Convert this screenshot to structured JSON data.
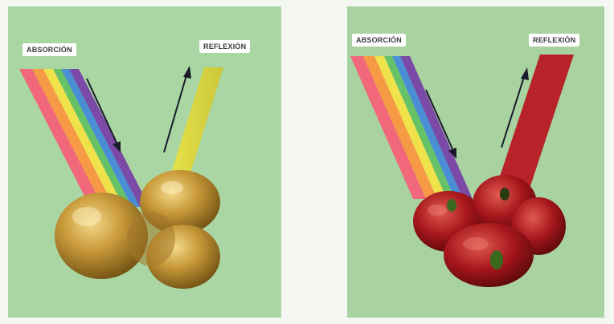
{
  "left_panel": {
    "absorption_label": "ABSORCIÓN",
    "reflection_label": "REFLEXIÓN",
    "object": "yellow-apples",
    "reflected_color": "#e6e24a"
  },
  "right_panel": {
    "absorption_label": "ABSORCIÓN",
    "reflection_label": "REFLEXIÓN",
    "object": "red-peppers",
    "reflected_color": "#b8232a"
  },
  "colors": {
    "background": "#a9d6a3",
    "rainbow": [
      "#f05a6e",
      "#f7913a",
      "#f2e23c",
      "#5cc15b",
      "#3c8fd8",
      "#7a4aa8"
    ]
  }
}
